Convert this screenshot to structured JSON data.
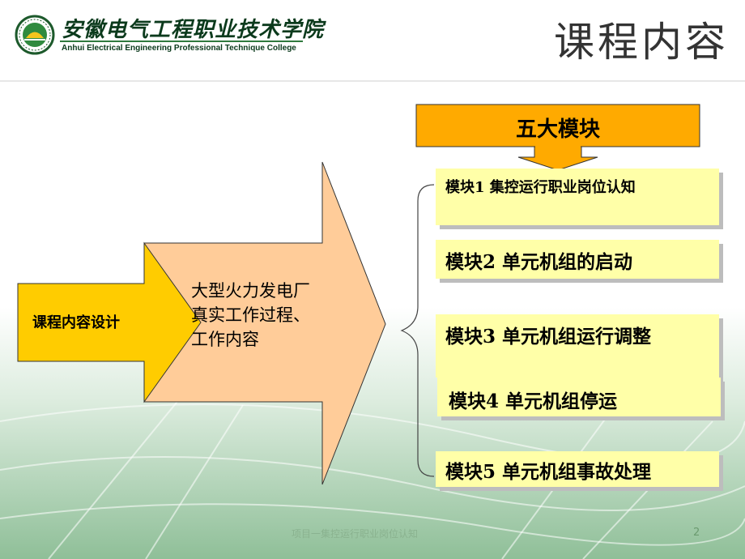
{
  "header": {
    "school_name_cn": "安徽电气工程职业技术学院",
    "school_name_en": "Anhui Electrical Engineering Professional Technique College",
    "title": "课程内容"
  },
  "diagram": {
    "left_label": "课程内容设计",
    "arrow_label": "大型火力发电厂真实工作过程、工作内容",
    "top_box": "五大模块",
    "modules": [
      "模块1  集控运行职业岗位认知",
      "模块2  单元机组的启动",
      "模块3  单元机组运行调整",
      "模块4  单元机组停运",
      "模块5  单元机组事故处理"
    ]
  },
  "footer": {
    "text": "项目一集控运行职业岗位认知",
    "page": "2"
  },
  "colors": {
    "orange": "#ffaa00",
    "yellow_arrow": "#ffcc00",
    "peach_arrow": "#ffcc99",
    "module_fill": "#ffffa8",
    "brand_green": "#0b3a1c"
  }
}
